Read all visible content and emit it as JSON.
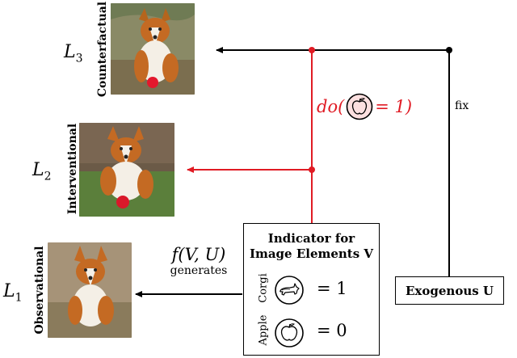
{
  "levels": {
    "l3": {
      "letter": "L",
      "sub": "3",
      "label": "Counterfactual"
    },
    "l2": {
      "letter": "L",
      "sub": "2",
      "label": "Interventional"
    },
    "l1": {
      "letter": "L",
      "sub": "1",
      "label": "Observational"
    }
  },
  "intervention": {
    "prefix": "do(",
    "suffix": "= 1)"
  },
  "fix_label": "fix",
  "function": {
    "formula": "f(V, U)",
    "caption": "generates"
  },
  "indicator_box": {
    "title_line1": "Indicator for",
    "title_line2": "Image Elements V",
    "rows": [
      {
        "name": "Corgi",
        "icon": "corgi-icon",
        "value": "= 1"
      },
      {
        "name": "Apple",
        "icon": "apple-icon",
        "value": "= 0"
      }
    ]
  },
  "exogenous_box": {
    "label": "Exogenous U"
  },
  "colors": {
    "intervention": "#e01b24",
    "ink": "#000000",
    "apple_fill": "#fde0e0"
  }
}
